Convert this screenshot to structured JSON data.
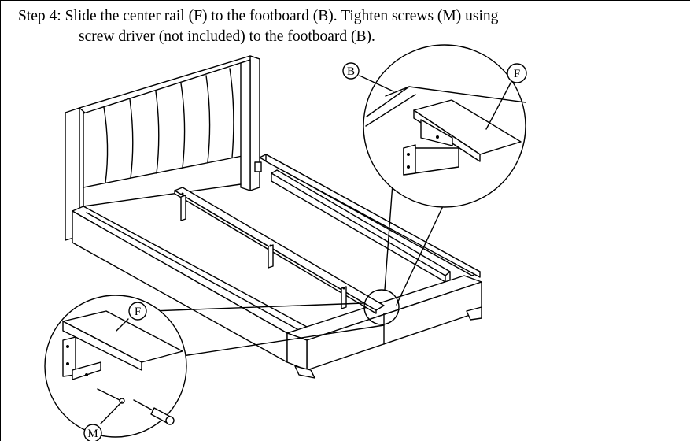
{
  "instruction": {
    "line1": "Step 4: Slide the center rail (F) to the footboard (B). Tighten screws (M) using",
    "line2": "screw driver (not included) to the footboard (B)."
  },
  "callouts": {
    "b_top": "B",
    "f_top": "F",
    "f_bottom": "F",
    "m_bottom": "M"
  }
}
